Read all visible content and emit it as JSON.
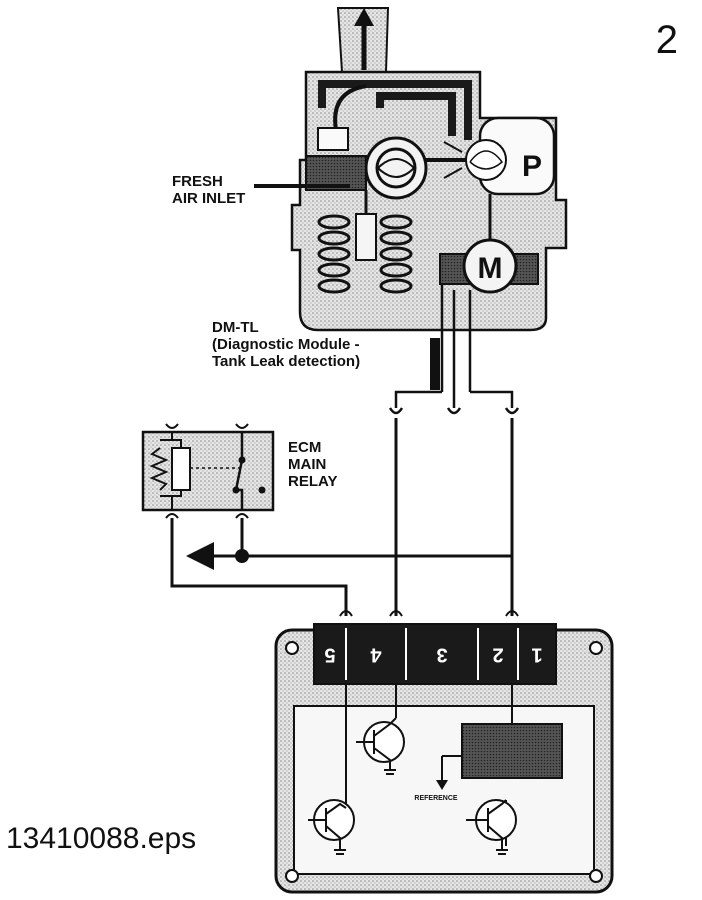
{
  "page_number": "2",
  "file_name": "13410088.eps",
  "labels": {
    "fresh_air": [
      "FRESH",
      "AIR INLET"
    ],
    "dmtl": [
      "DM-TL",
      "(Diagnostic Module -",
      "Tank Leak detection)"
    ],
    "relay": [
      "ECM",
      "MAIN",
      "RELAY"
    ],
    "pump": "P",
    "motor": "M",
    "reference": "REFERENCE"
  },
  "ecm_pins": [
    "5",
    "4",
    "3",
    "2",
    "1"
  ]
}
